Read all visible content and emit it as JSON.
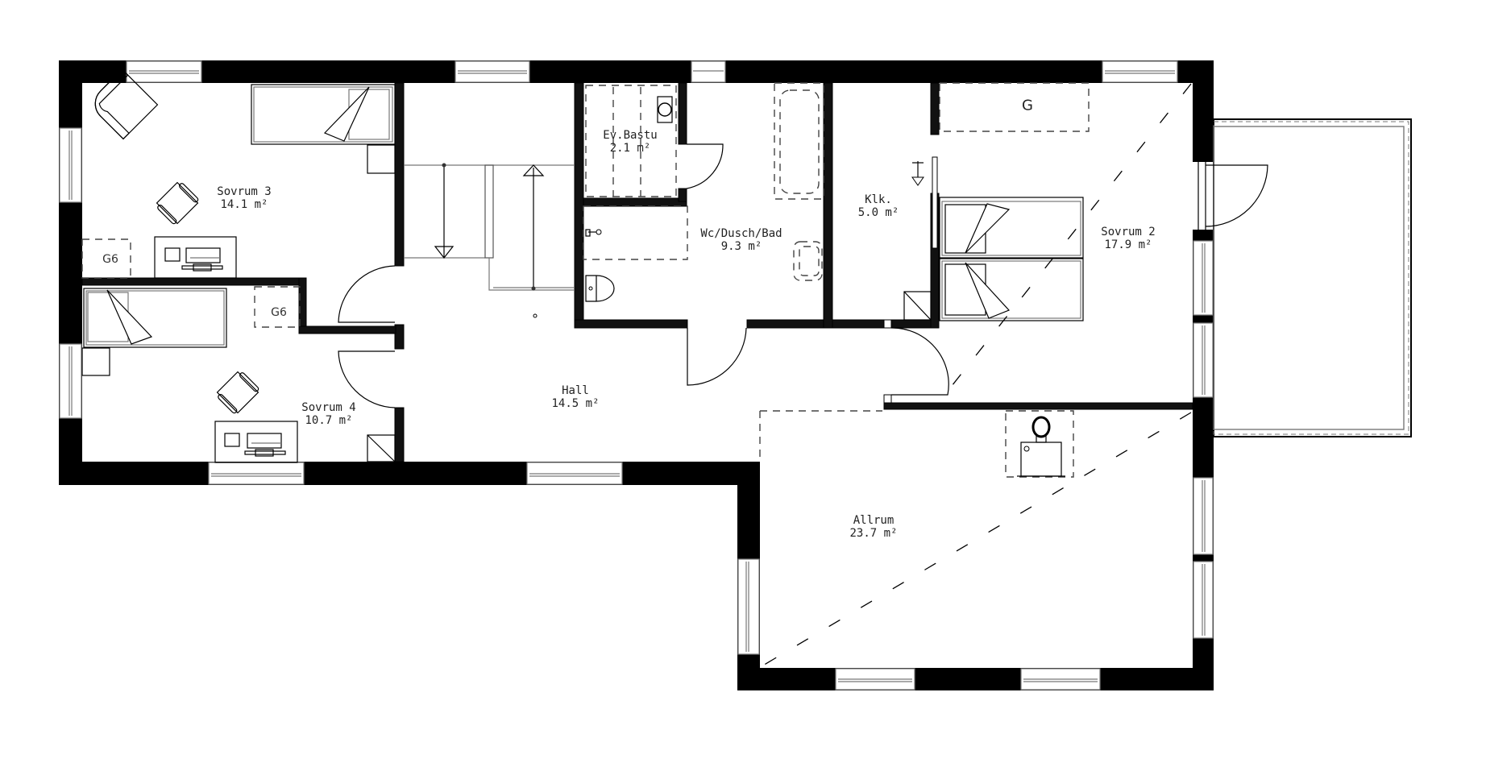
{
  "plan": {
    "colors": {
      "wall": "#000000",
      "background": "#ffffff",
      "line": "#000000",
      "hidden_line": "#444444"
    },
    "area_unit": "m²",
    "rooms": [
      {
        "id": "sovrum3",
        "name": "Sovrum 3",
        "area": "14.1 m²"
      },
      {
        "id": "sovrum4",
        "name": "Sovrum 4",
        "area": "10.7 m²"
      },
      {
        "id": "bastu",
        "name": "Ev.Bastu",
        "area": "2.1 m²"
      },
      {
        "id": "wc",
        "name": "Wc/Dusch/Bad",
        "area": "9.3 m²"
      },
      {
        "id": "klk",
        "name": "Klk.",
        "area": "5.0 m²"
      },
      {
        "id": "sovrum2",
        "name": "Sovrum 2",
        "area": "17.9 m²"
      },
      {
        "id": "hall",
        "name": "Hall",
        "area": "14.5 m²"
      },
      {
        "id": "allrum",
        "name": "Allrum",
        "area": "23.7 m²"
      }
    ],
    "tags": {
      "g6_sovrum3": "G6",
      "g6_sovrum4": "G6",
      "g_sovrum2": "G"
    }
  }
}
